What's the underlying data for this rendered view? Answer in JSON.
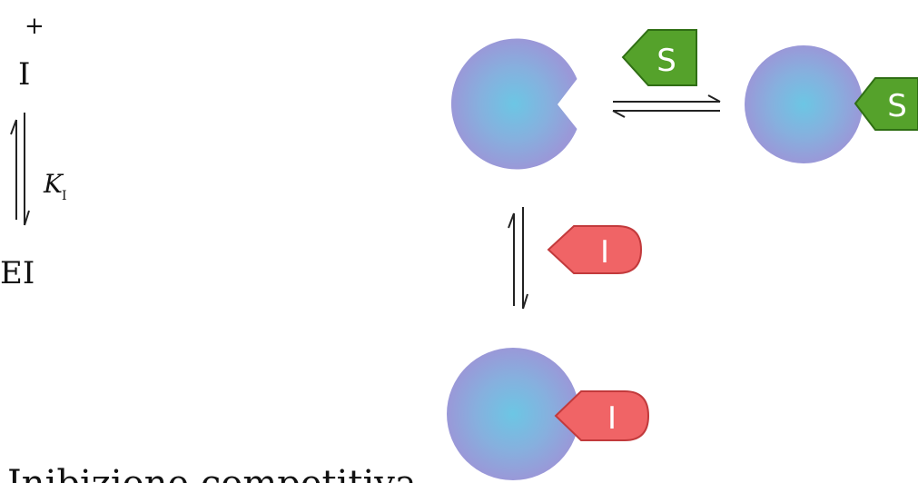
{
  "scheme": {
    "plus": "+",
    "inhibitor": "I",
    "constant": "K",
    "constant_subscript": "I",
    "complex": "EI"
  },
  "caption": "Inibizione competitiva",
  "molecules": {
    "substrate_label": "S",
    "inhibitor_label": "I"
  },
  "colors": {
    "enzyme_center": "#6cc6e4",
    "enzyme_edge": "#9a98d8",
    "substrate_fill": "#55a22b",
    "substrate_stroke": "#2f6e14",
    "inhibitor_fill": "#f06466",
    "inhibitor_stroke": "#c23a3c",
    "text": "#111111"
  }
}
